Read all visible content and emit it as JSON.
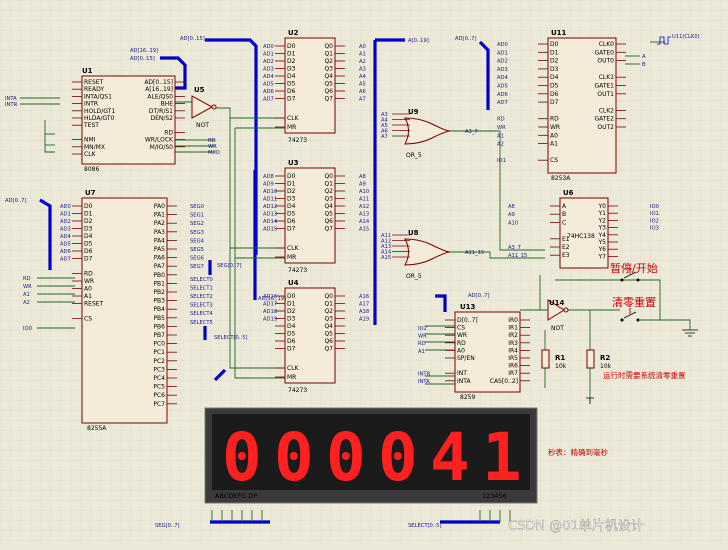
{
  "colors": {
    "background": "#ece9d8",
    "chip_fill": "#f4ecd8",
    "chip_border": "#7a0000",
    "wire": "#1d6b1d",
    "bus": "#0000cc",
    "led_on": "#ff2020",
    "annotation": "#cc0000"
  },
  "chips": {
    "u1": {
      "ref": "U1",
      "part": "8086",
      "left_pins": [
        "RESET",
        "READY",
        "INTA/QS1",
        "INTR",
        "HOLD/GT1",
        "HLDA/GT0",
        "TEST",
        "",
        "NMI",
        "MN/MX",
        "CLK"
      ],
      "right_pins": [
        "AD[0..15]",
        "A[16..19]",
        "ALE/QS0",
        "BHE",
        "DT/R/S1",
        "DEN/S2",
        "",
        "RD",
        "WR/LOCK",
        "M/IO/S0"
      ]
    },
    "u2": {
      "ref": "U2",
      "part": "74273",
      "inputs": [
        "D0",
        "D1",
        "D2",
        "D3",
        "D4",
        "D5",
        "D6",
        "D7"
      ],
      "outputs": [
        "Q0",
        "Q1",
        "Q2",
        "Q3",
        "Q4",
        "Q5",
        "Q6",
        "Q7"
      ],
      "ctrl": [
        "CLK",
        "MR"
      ],
      "in_labels": [
        "AD0",
        "AD1",
        "AD2",
        "AD3",
        "AD4",
        "AD5",
        "AD6",
        "AD7"
      ],
      "out_labels": [
        "A0",
        "A1",
        "A2",
        "A3",
        "A4",
        "A5",
        "A6",
        "A7"
      ]
    },
    "u3": {
      "ref": "U3",
      "part": "74273",
      "inputs": [
        "D0",
        "D1",
        "D2",
        "D3",
        "D4",
        "D5",
        "D6",
        "D7"
      ],
      "outputs": [
        "Q0",
        "Q1",
        "Q2",
        "Q3",
        "Q4",
        "Q5",
        "Q6",
        "Q7"
      ],
      "ctrl": [
        "CLK",
        "MR"
      ],
      "in_labels": [
        "AD8",
        "AD9",
        "AD10",
        "AD11",
        "AD12",
        "AD13",
        "AD14",
        "AD15"
      ],
      "out_labels": [
        "A8",
        "A9",
        "A10",
        "A11",
        "A12",
        "A13",
        "A14",
        "A15"
      ]
    },
    "u4": {
      "ref": "U4",
      "part": "74273",
      "inputs": [
        "D0",
        "D1",
        "D2",
        "D3",
        "D4",
        "D5",
        "D6",
        "D7"
      ],
      "outputs": [
        "Q0",
        "Q1",
        "Q2",
        "Q3",
        "Q4",
        "Q5",
        "Q6",
        "Q7"
      ],
      "ctrl": [
        "CLK",
        "MR"
      ],
      "in_labels": [
        "AD16",
        "AD17",
        "AD18",
        "AD19",
        "",
        "",
        "",
        ""
      ],
      "out_labels": [
        "A16",
        "A17",
        "A18",
        "A19",
        "",
        "",
        "",
        ""
      ]
    },
    "u5": {
      "ref": "U5",
      "part": "NOT"
    },
    "u7": {
      "ref": "U7",
      "part": "8255A",
      "left_pins": [
        "D0",
        "D1",
        "D2",
        "D3",
        "D4",
        "D5",
        "D6",
        "D7",
        "",
        "RD",
        "WR",
        "A0",
        "A1",
        "RESET",
        "",
        "CS"
      ],
      "right_pins": [
        "PA0",
        "PA1",
        "PA2",
        "PA3",
        "PA4",
        "PA5",
        "PA6",
        "PA7",
        "PB0",
        "PB1",
        "PB2",
        "PB3",
        "PB4",
        "PB5",
        "PB6",
        "PB7",
        "PC0",
        "PC1",
        "PC2",
        "PC3",
        "PC4",
        "PC5",
        "PC6",
        "PC7"
      ],
      "seg_labels": [
        "SEG0",
        "SEG1",
        "SEG2",
        "SEG3",
        "SEG4",
        "SEG5",
        "SEG6",
        "SEG7"
      ],
      "select_labels": [
        "SELECT0",
        "SELECT1",
        "SELECT2",
        "SELECT3",
        "SELECT4",
        "SELECT5"
      ]
    },
    "u8": {
      "ref": "U8",
      "part": "OR_5",
      "in_labels": [
        "A11",
        "A12",
        "A13",
        "A14",
        "A15"
      ],
      "out_label": "A11_15"
    },
    "u9": {
      "ref": "U9",
      "part": "OR_5",
      "in_labels": [
        "A3",
        "A4",
        "A5",
        "A6",
        "A7"
      ],
      "out_label": "A3_7"
    },
    "u11": {
      "ref": "U11",
      "part": "8253A",
      "left_pins": [
        "D0",
        "D1",
        "D2",
        "D3",
        "D4",
        "D5",
        "D6",
        "D7",
        "",
        "RD",
        "WR",
        "A0",
        "A1",
        "",
        "CS"
      ],
      "right_pins": [
        "CLK0",
        "GATE0",
        "OUT0",
        "",
        "CLK1",
        "GATE1",
        "OUT1",
        "",
        "CLK2",
        "GATE2",
        "OUT2"
      ],
      "in_labels": [
        "AD0",
        "AD1",
        "AD2",
        "AD3",
        "AD4",
        "AD5",
        "AD6",
        "AD7",
        "",
        "RD",
        "WR",
        "A1",
        "A2",
        "",
        "IO1"
      ],
      "out_net": "U11(CLK0)"
    },
    "u6": {
      "ref": "U6",
      "part": "74HC138",
      "left_pins": [
        "A",
        "B",
        "C",
        "",
        "E1",
        "E2",
        "E3"
      ],
      "right_pins": [
        "Y0",
        "Y1",
        "Y2",
        "Y3",
        "Y4",
        "Y5",
        "Y6",
        "Y7"
      ],
      "in_labels": [
        "A8",
        "A9",
        "A10",
        "",
        "",
        "A3_7",
        "A11_15"
      ],
      "out_labels": [
        "IO0",
        "IO1",
        "IO2",
        "IO3"
      ]
    },
    "u13": {
      "ref": "U13",
      "part": "8259",
      "left_pins": [
        "D[0..7]",
        "CS",
        "WR",
        "RD",
        "A0",
        "SP/EN",
        "",
        "INT",
        "INTA"
      ],
      "right_pins": [
        "IR0",
        "IR1",
        "IR2",
        "IR3",
        "IR4",
        "IR5",
        "IR6",
        "IR7",
        "CAS[0..2]"
      ],
      "in_labels": [
        "IO2",
        "WR",
        "RD",
        "A1",
        "",
        "",
        "INTR",
        "INTA"
      ],
      "bus_label": "AD[0..7]"
    },
    "u14": {
      "ref": "U14",
      "part": "NOT"
    }
  },
  "nets": {
    "ad_bus_top": "AD[0..15]",
    "a_bus_top": "A[0..19]",
    "ad_low": "AD[0..7]",
    "ad_16_19": "AD[16..19]",
    "ad_0_15": "AD[0..15]",
    "seg_bus": "SEG[0..7]",
    "select_bus": "SELECT[0..5]",
    "u7_bus_in": "AD[0..7]",
    "u7_ctrl": [
      "RD",
      "WR",
      "A1",
      "A2",
      "IO0"
    ],
    "u1_inputs": [
      "INTA",
      "INTR"
    ],
    "u1_outputs": [
      "RD",
      "WR",
      "M/IO"
    ],
    "out_ab": [
      "A",
      "B"
    ]
  },
  "resistors": [
    {
      "ref": "R1",
      "value": "10k"
    },
    {
      "ref": "R2",
      "value": "10k"
    }
  ],
  "annotations": {
    "pause_start": "暂停/开始",
    "clear_reset": "清零重置",
    "clear_note": "运行时需要系统清零重置",
    "seconds_note": "秒表：精确到毫秒"
  },
  "display": {
    "digits": [
      "0",
      "0",
      "0",
      "0",
      "4",
      "1"
    ],
    "seg_label": "ABCDEFG DP",
    "select_label": "123456",
    "seg_net": "SEG[0..7]",
    "select_net": "SELECT[0..5]"
  },
  "watermark": "CSDN @01单片机设计"
}
